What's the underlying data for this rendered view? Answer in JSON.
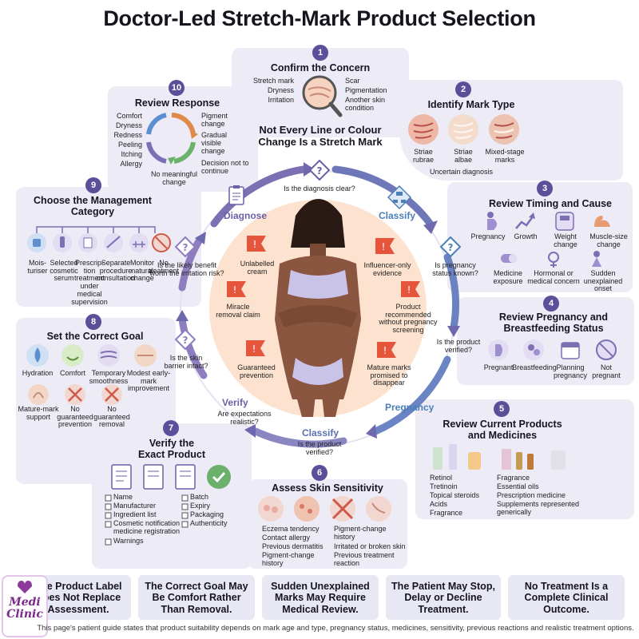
{
  "title": "Doctor-Led Stretch-Mark Product Selection",
  "center": {
    "heading": "Not Every Line or Colour Change Is a Stretch Mark",
    "warnings": [
      "Unlabelled cream",
      "Miracle removal claim",
      "Guaranteed prevention",
      "Influencer-only evidence",
      "Product recommended without pregnancy screening",
      "Mature marks promised to disappear"
    ]
  },
  "ring": {
    "labels": [
      "Diagnose",
      "Classify",
      "Pregnancy",
      "Classify",
      "Verify"
    ],
    "questions": [
      "Is the diagnosis clear?",
      "Is pregnancy status known?",
      "Is the product verified?",
      "Is the product verified?",
      "Are expectations realistic?",
      "Is the skin barrier intact?",
      "Is the likely benefit worth the irritation risk?"
    ]
  },
  "steps": {
    "s1": {
      "num": "1",
      "title": "Confirm the Concern",
      "left": [
        "Stretch mark",
        "Dryness",
        "Irritation"
      ],
      "right": [
        "Scar",
        "Pigmentation",
        "Another skin condition"
      ]
    },
    "s2": {
      "num": "2",
      "title": "Identify Mark Type",
      "types": [
        "Striae rubrae",
        "Striae albae",
        "Mixed-stage marks"
      ],
      "extra": "Uncertain diagnosis"
    },
    "s3": {
      "num": "3",
      "title": "Review Timing and Cause",
      "items": [
        "Pregnancy",
        "Growth",
        "Weight change",
        "Muscle-size change",
        "Medicine exposure",
        "Hormonal or medical concern",
        "Sudden unexplained onset"
      ]
    },
    "s4": {
      "num": "4",
      "title": "Review Pregnancy and Breastfeeding Status",
      "items": [
        "Pregnant",
        "Breastfeeding",
        "Planning pregnancy",
        "Not pregnant"
      ]
    },
    "s5": {
      "num": "5",
      "title": "Review Current Products and Medicines",
      "left": [
        "Retinol",
        "Tretinoin",
        "Topical steroids",
        "Acids",
        "Fragrance"
      ],
      "right": [
        "Fragrance",
        "Essential oils",
        "Prescription medicine",
        "Supplements represented generically"
      ]
    },
    "s6": {
      "num": "6",
      "title": "Assess Skin Sensitivity",
      "left": [
        "Eczema tendency",
        "Contact allergy",
        "Previous dermatitis",
        "Pigment-change history"
      ],
      "right": [
        "Pigment-change history",
        "Irritated or broken skin",
        "Previous treatment reaction"
      ]
    },
    "s7": {
      "num": "7",
      "title": "Verify the Exact Product",
      "left": [
        "Name",
        "Manufacturer",
        "Ingredient list",
        "Cosmetic notification or medicine registration",
        "Warnings"
      ],
      "right": [
        "Batch",
        "Expiry",
        "Packaging",
        "Authenticity"
      ]
    },
    "s8": {
      "num": "8",
      "title": "Set the Correct Goal",
      "items": [
        "Hydration",
        "Comfort",
        "Temporary smoothness",
        "Modest early-mark improvement",
        "Mature-mark support",
        "No guaranteed prevention",
        "No guaranteed removal"
      ]
    },
    "s9": {
      "num": "9",
      "title": "Choose the Management Category",
      "items": [
        "Mois-turiser",
        "Selected cosmetic serum",
        "Prescrip-tion treatment under medical supervision",
        "Separate procedure consultation",
        "Monitor natural change",
        "No treatment"
      ]
    },
    "s10": {
      "num": "10",
      "title": "Review Response",
      "left": [
        "Comfort",
        "Dryness",
        "Redness",
        "Peeling",
        "Itching",
        "Allergy"
      ],
      "right": [
        "Pigment change",
        "Gradual visible change",
        "Decision not to continue"
      ],
      "bottom": "No meaningful change"
    }
  },
  "footer": {
    "boxes": [
      "The Product Label Does Not Replace Assessment.",
      "The Correct Goal May Be Comfort Rather Than Removal.",
      "Sudden Unexplained Marks May Require Medical Review.",
      "The Patient May Stop, Delay or Decline Treatment.",
      "No Treatment Is a Complete Clinical Outcome."
    ],
    "note": "This page's patient guide states that product suitability depends on mark age and type, pregnancy status, medicines, sensitivity, previous reactions and realistic treatment options.",
    "logo": "Medi Clinic"
  },
  "colors": {
    "accent": "#5a4f98",
    "panel": "#ecebf6",
    "warn": "#e5553b",
    "ring": "#7e76b5"
  }
}
